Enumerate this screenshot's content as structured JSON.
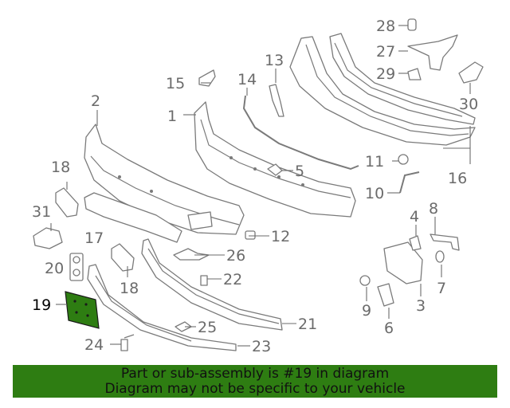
{
  "callouts": {
    "c1": "1",
    "c2": "2",
    "c3": "3",
    "c4": "4",
    "c5": "5",
    "c6": "6",
    "c7": "7",
    "c8": "8",
    "c9": "9",
    "c10": "10",
    "c11": "11",
    "c12": "12",
    "c13": "13",
    "c14": "14",
    "c15": "15",
    "c16": "16",
    "c17": "17",
    "c18a": "18",
    "c18b": "18",
    "c19": "19",
    "c20": "20",
    "c21": "21",
    "c22": "22",
    "c23": "23",
    "c24": "24",
    "c25": "25",
    "c26": "26",
    "c27": "27",
    "c28": "28",
    "c29": "29",
    "c30": "30",
    "c31": "31"
  },
  "highlight_part": "19",
  "colors": {
    "highlight_part": "#2e7d12",
    "banner": "#2e7d12",
    "line_art": "#7a7a7a"
  },
  "footer": {
    "line1": "Part or sub-assembly is #19 in diagram",
    "line2": "Diagram may not be specific to your vehicle"
  }
}
